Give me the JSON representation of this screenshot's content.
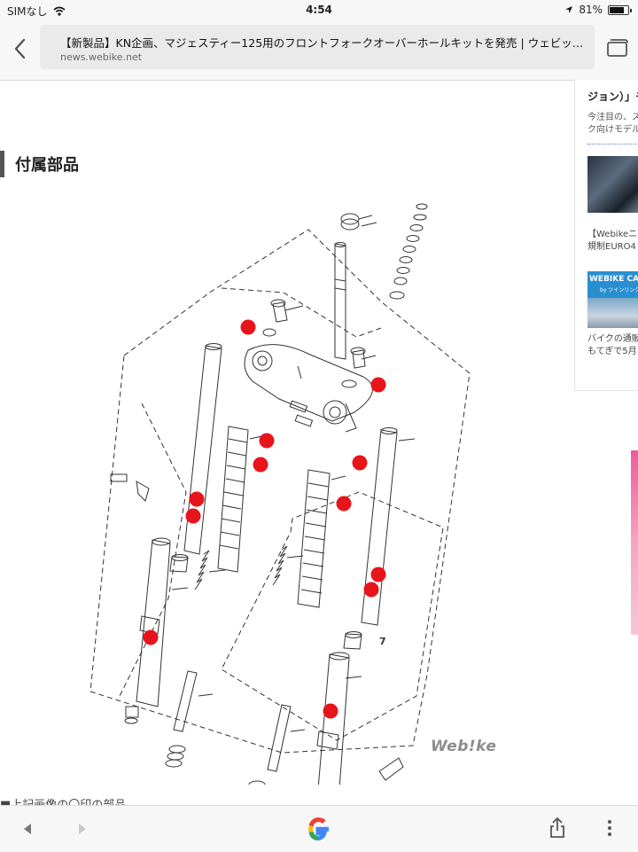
{
  "status_bar": {
    "carrier": "SIMなし",
    "time": "4:54",
    "battery": "81%",
    "battery_level": 0.81
  },
  "toolbar": {
    "page_title": "【新製品】KN企画、マジェスティー125用のフロントフォークオーバーホールキットを発売 | ウェビック バ…",
    "domain": "news.webike.net"
  },
  "article": {
    "section_heading": "付属部品",
    "diagram_callout_number": "7",
    "watermark": "Web!ke",
    "bottom_text": "■上記画像の〇印の部品"
  },
  "side_panel": {
    "title": "ジョン）」モ",
    "desc_line1": "今注目の、ス",
    "desc_line2": "ク向けモデル",
    "caption1_line1": "【Webikeニ",
    "caption1_line2": "規制EURO4",
    "banner_label": "WEBIKE CAFÉ",
    "banner_sub": "by ツインリンクもてぎ",
    "caption2_line1": "バイクの通販",
    "caption2_line2": "もてぎで5月"
  },
  "colors": {
    "marker": "#e8141b",
    "toolbar_bg": "#f7f7f7",
    "heading_bar": "#555555"
  },
  "icons": [
    "wifi-icon",
    "location-icon",
    "back-chevron-icon",
    "tabs-icon",
    "nav-back-icon",
    "nav-forward-icon",
    "google-logo",
    "share-icon",
    "more-icon"
  ]
}
